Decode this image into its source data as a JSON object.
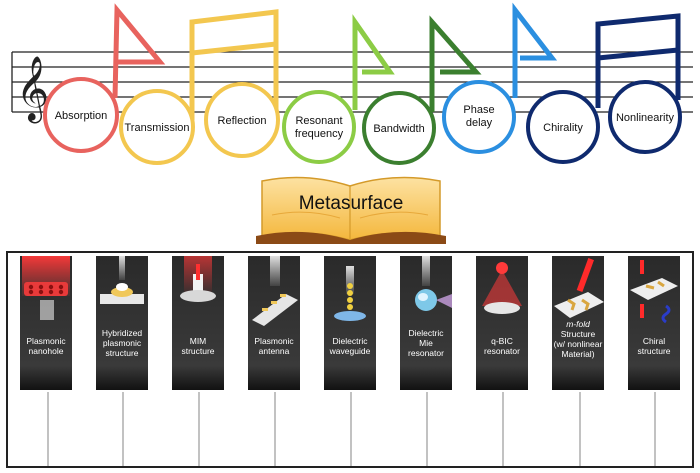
{
  "center_label": "Metasurface",
  "properties": [
    {
      "label": "Absorption",
      "color": "#e8635e"
    },
    {
      "label": "Transmission",
      "color": "#f3c74f"
    },
    {
      "label": "Reflection",
      "color": "#f3c74f"
    },
    {
      "label": "Resonant frequency",
      "color": "#8ccc45"
    },
    {
      "label": "Bandwidth",
      "color": "#3b7f2f"
    },
    {
      "label": "Phase delay",
      "color": "#2b8fe0"
    },
    {
      "label": "Chirality",
      "color": "#0f2a6e"
    },
    {
      "label": "Nonlinearity",
      "color": "#0f2a6e"
    }
  ],
  "structures": [
    {
      "label": "Plasmonic nanohole",
      "icon": "nanohole-array-icon"
    },
    {
      "label": "Hybridized plasmonic structure",
      "icon": "hybrid-disk-icon"
    },
    {
      "label": "MIM structure",
      "icon": "mim-pillar-icon"
    },
    {
      "label": "Plasmonic antenna",
      "icon": "antenna-bars-icon"
    },
    {
      "label": "Dielectric waveguide",
      "icon": "waveguide-pillar-icon"
    },
    {
      "label": "Dielectric Mie resonator",
      "icon": "mie-sphere-icon"
    },
    {
      "label": "q-BIC resonator",
      "icon": "bic-resonator-icon"
    },
    {
      "label": "m-fold Structure (w/ nonlinear Material)",
      "icon": "trimer-structure-icon"
    },
    {
      "label": "Chiral structure",
      "icon": "chiral-structure-icon"
    }
  ]
}
